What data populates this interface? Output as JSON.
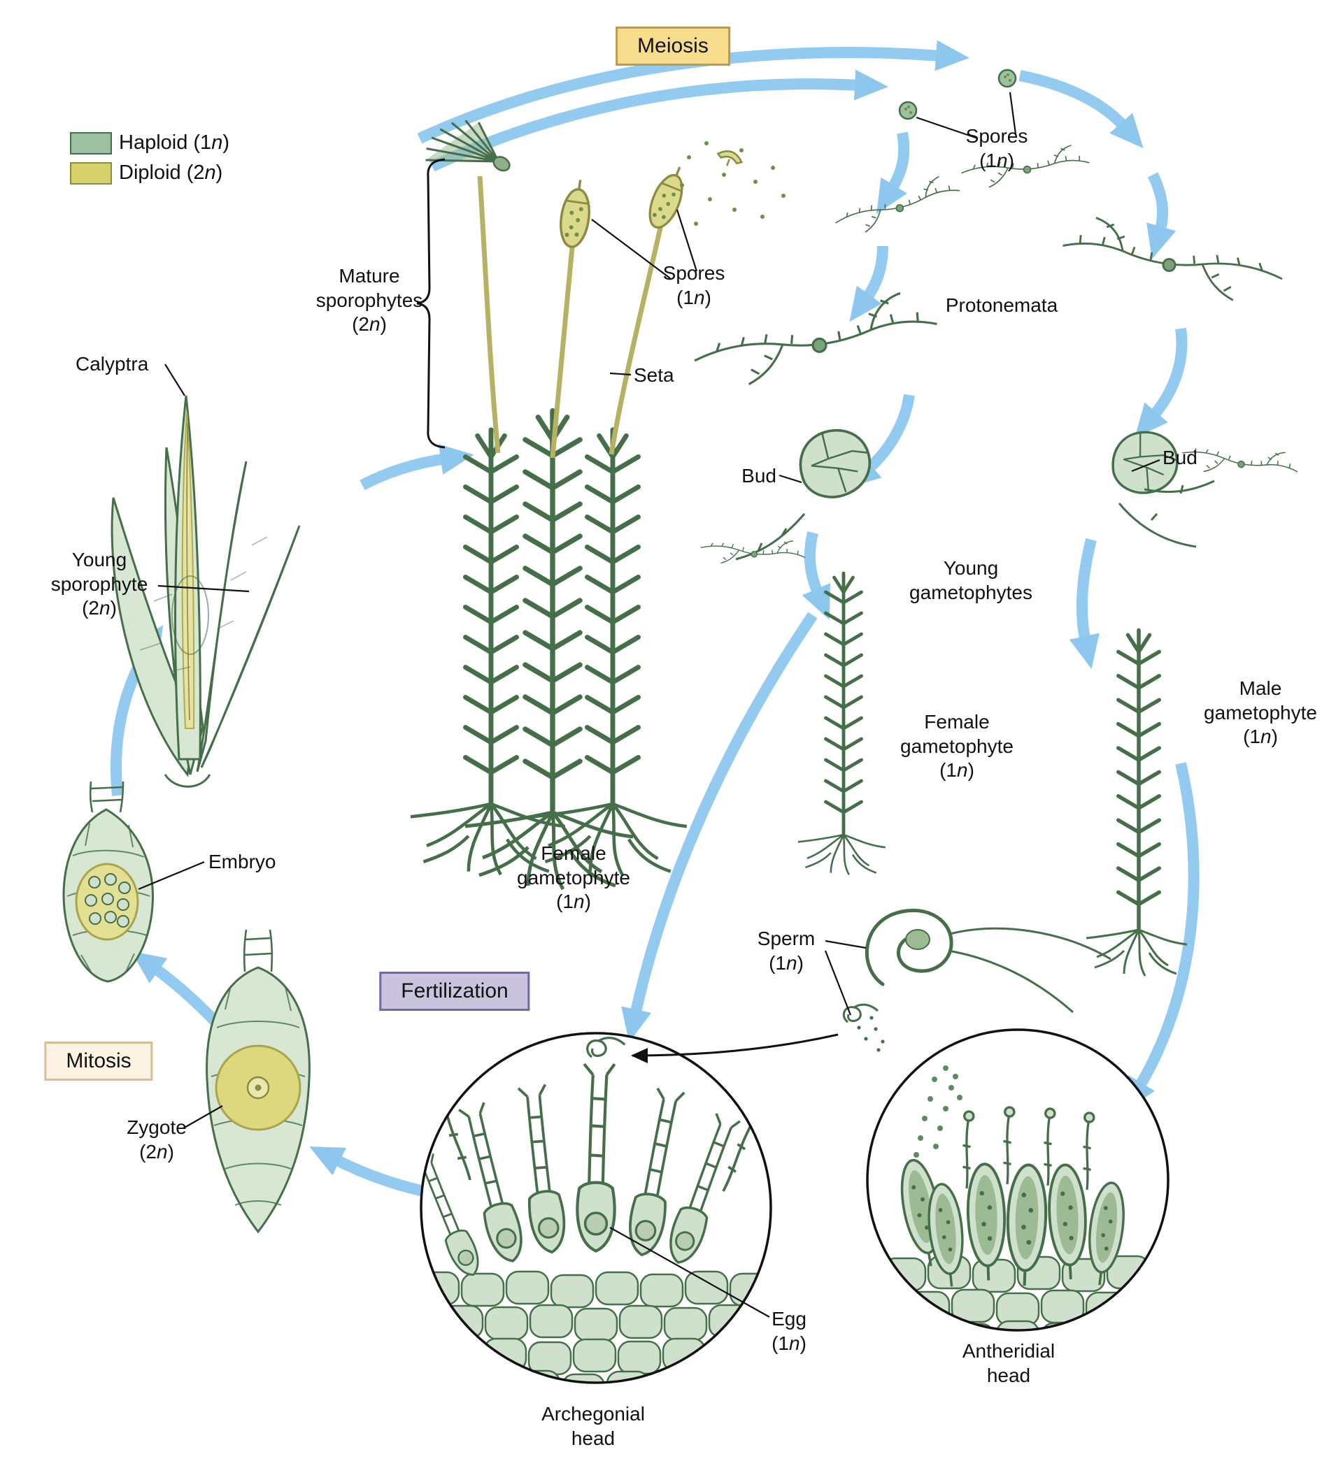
{
  "legend": {
    "haploid": "Haploid (1n)",
    "diploid": "Diploid (2n)"
  },
  "process_boxes": {
    "meiosis": "Meiosis",
    "fertilization": "Fertilization",
    "mitosis": "Mitosis"
  },
  "labels": {
    "spores_top": [
      "Spores",
      "(1n)"
    ],
    "protonemata": [
      "Protonemata"
    ],
    "bud_left": [
      "Bud"
    ],
    "bud_right": [
      "Bud"
    ],
    "young_gametophytes": [
      "Young",
      "gametophytes"
    ],
    "female_gametophyte_right": [
      "Female",
      "gametophyte",
      "(1n)"
    ],
    "male_gametophyte": [
      "Male",
      "gametophyte",
      "(1n)"
    ],
    "sperm": [
      "Sperm",
      "(1n)"
    ],
    "antheridial_head": [
      "Antheridial",
      "head"
    ],
    "archegonial_head": [
      "Archegonial",
      "head"
    ],
    "egg": [
      "Egg",
      "(1n)"
    ],
    "zygote": [
      "Zygote",
      "(2n)"
    ],
    "embryo": [
      "Embryo"
    ],
    "young_sporophyte": [
      "Young",
      "sporophyte",
      "(2n)"
    ],
    "calyptra": [
      "Calyptra"
    ],
    "mature_sporophytes": [
      "Mature",
      "sporophytes",
      "(2n)"
    ],
    "seta": [
      "Seta"
    ],
    "spores_center": [
      "Spores",
      "(1n)"
    ],
    "female_gametophyte_center": [
      "Female",
      "gametophyte",
      "(1n)"
    ]
  },
  "colors": {
    "arrow_blue": "#8dc7ee",
    "haploid_swatch": "#9dc0a2",
    "diploid_swatch": "#d6d16a",
    "plant_outline_green": "#456f48",
    "cell_fill_green": "#cfe0cc",
    "sporophyte_yellow": "#dbda8b",
    "meiosis_box_bg": "#f6dd8e",
    "meiosis_box_border": "#b99a50",
    "fertilization_box_bg": "#cac3de",
    "fertilization_box_border": "#77679f",
    "mitosis_box_bg": "#fcf3e2",
    "mitosis_box_border": "#d9be93"
  }
}
